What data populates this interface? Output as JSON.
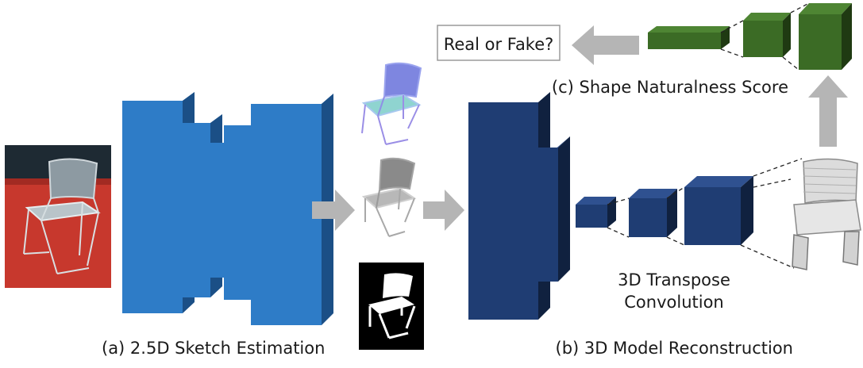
{
  "labels": {
    "sketch_estimation": "(a) 2.5D Sketch Estimation",
    "model_reconstruction": "(b) 3D Model Reconstruction",
    "naturalness_score": "(c) Shape Naturalness Score",
    "transpose_line1": "3D Transpose",
    "transpose_line2": "Convolution",
    "real_or_fake": "Real or Fake?"
  },
  "colors": {
    "encoder_face": "#2e7cc7",
    "encoder_side": "#1b4f86",
    "decoder_face": "#1f3d73",
    "decoder_side": "#10213f",
    "discriminator_face": "#3b6b25",
    "discriminator_side": "#1f3a12",
    "arrow": "#b5b5b5",
    "photo_background": "#c7382d"
  }
}
